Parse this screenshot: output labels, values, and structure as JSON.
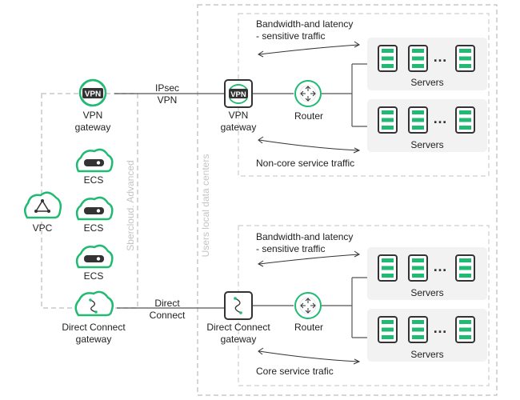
{
  "labels": {
    "vpn_badge_left": "VPN",
    "vpn_badge_right": "VPN",
    "vpn_gateway_left": "VPN\ngateway",
    "vpn_gateway_right": "VPN\ngateway",
    "ipsec_vpn": "IPsec\nVPN",
    "ecs_1": "ECS",
    "ecs_2": "ECS",
    "ecs_3": "ECS",
    "vpc": "VPC",
    "dc_gateway_left": "Direct Connect\ngateway",
    "dc_gateway_right": "Direct Connect\ngateway",
    "direct_connect": "Direct\nConnect",
    "router_top": "Router",
    "router_bottom": "Router",
    "servers_1": "Servers",
    "servers_2": "Servers",
    "servers_3": "Servers",
    "servers_4": "Servers",
    "ellipsis": "…",
    "bw_top": "Bandwidth-and latency\n- sensitive traffic",
    "bw_bottom": "Bandwidth-and latency\n- sensitive traffic",
    "noncore": "Non-core service traffic",
    "core": "Core service trafic",
    "sbercloud": "Sbercloud. Advanced",
    "users_dc": "Users local data centers"
  },
  "colors": {
    "accent": "#21ba72",
    "border_dashed": "#c8c8c8",
    "panel": "#f2f2f2",
    "icon_dark": "#333333",
    "line": "#555555"
  }
}
